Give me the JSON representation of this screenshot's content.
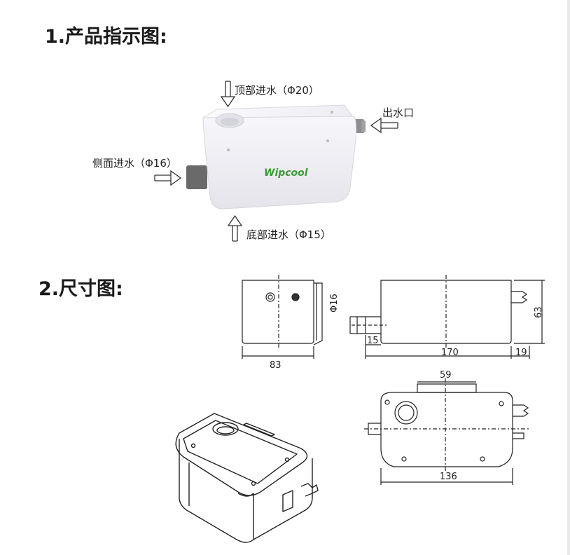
{
  "sections": {
    "product_title": "1.产品指示图:",
    "dimension_title": "2.尺寸图:"
  },
  "callouts": {
    "top_inlet": "顶部进水（Φ20）",
    "outlet": "出水口",
    "side_inlet": "侧面进水（Φ16）",
    "bottom_inlet": "底部进水（Φ15）"
  },
  "brand": "Wipcool",
  "dimensions": {
    "width_side": "83",
    "diameter_side": "Φ16",
    "inlet_len": "15",
    "length": "170",
    "outlet_len": "19",
    "height": "63",
    "top_flange": "59",
    "body_len": "136"
  },
  "colors": {
    "brand_green": "#3d9a3a",
    "line": "#222222",
    "body": "#f3f3f6"
  }
}
